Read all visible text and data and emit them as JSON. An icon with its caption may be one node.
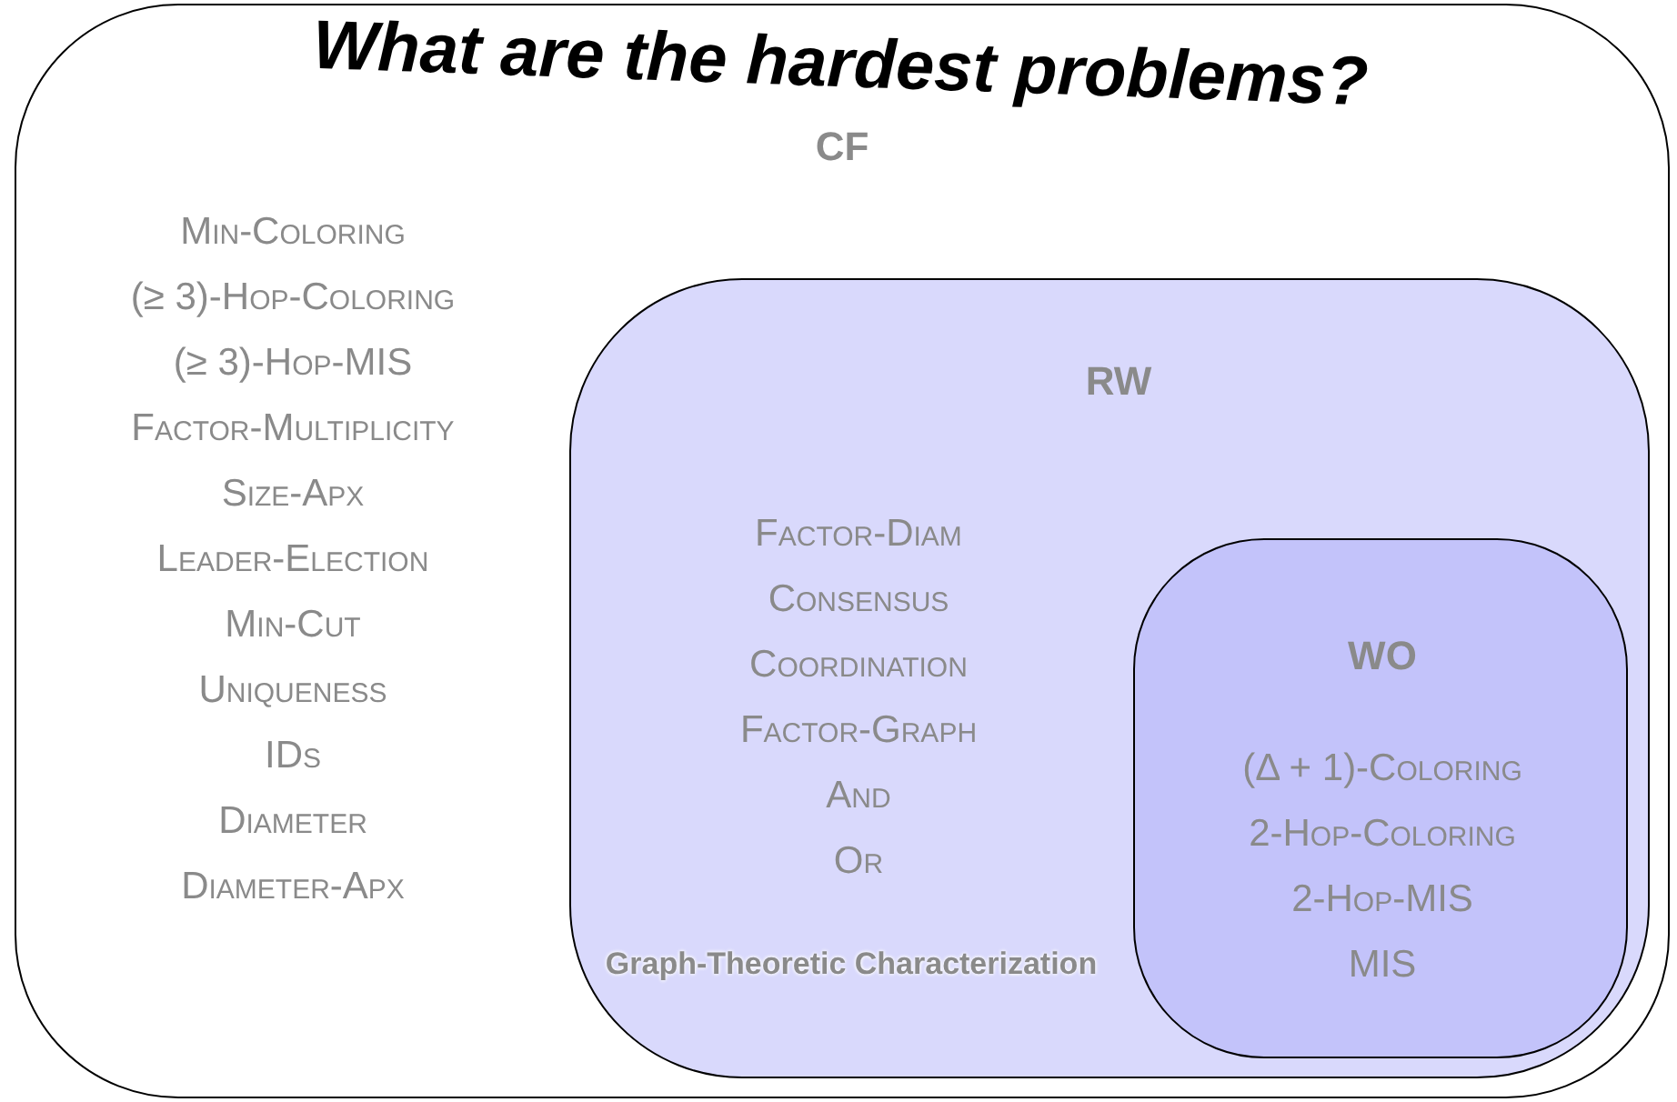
{
  "diagram": {
    "nodes": [
      {
        "text": [
          "CF",
          "Min-Coloring",
          "(≥ 3)-Hop-Coloring",
          "(≥ 3)-Hop-MIS",
          "Factor-Multiplicity",
          "Size-Apx",
          "Leader-Election",
          "Min-Cut",
          "Uniqueness",
          "IDs",
          "Diameter",
          "Diameter-Apx"
        ]
      },
      {
        "text": [
          "RW",
          "Factor-Diam",
          "Consensus",
          "Coordination",
          "Factor-Graph",
          "And",
          "Or"
        ],
        "in": 0
      },
      {
        "text": [
          "WO",
          "(Δ + 1)-Coloring",
          "2-Hop-Coloring",
          "2-Hop-MIS",
          "MIS"
        ],
        "in": 1
      }
    ],
    "labels": [
      "What are the hardest problems?",
      "Graph-Theoretic Characterization"
    ]
  }
}
